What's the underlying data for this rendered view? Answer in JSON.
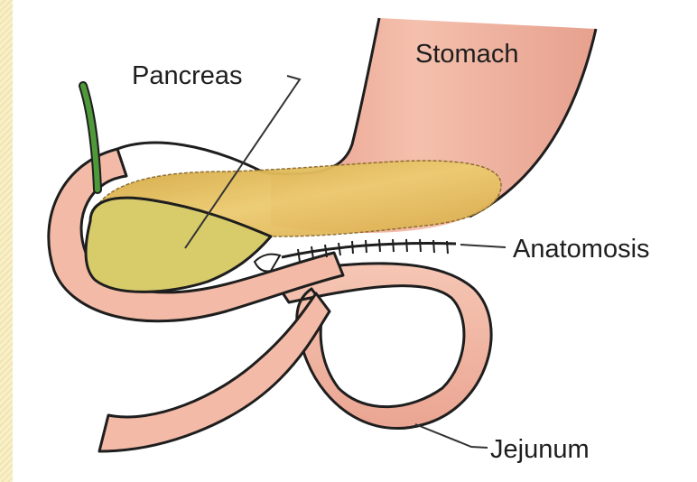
{
  "labels": {
    "stomach": "Stomach",
    "pancreas": "Pancreas",
    "anastomosis": "Anatomosis",
    "jejunum": "Jejunum"
  },
  "colors": {
    "background_border": "#f7eec2",
    "panel": "#ffffff",
    "stomach_fill": "#f2b7a3",
    "stomach_shade": "#e79a88",
    "intestine_fill": "#f3bba7",
    "pancreas_fill": "#dcb24a",
    "pancreas_light": "#efd27a",
    "pancreas_head": "#d8cc6a",
    "outline": "#1e1e1e",
    "duct": "#4e9a3a"
  }
}
